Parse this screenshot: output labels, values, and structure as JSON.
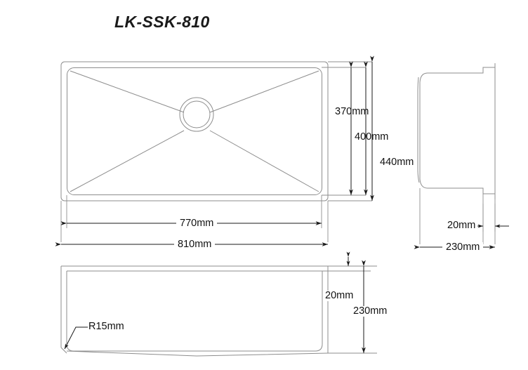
{
  "document": {
    "title": "LK-SSK-810",
    "background_color": "#ffffff",
    "line_color": "#8d8d8d",
    "dimension_color": "#1a1a1a",
    "units": "mm",
    "drawing_type": "kitchen-sink-technical-drawing"
  },
  "views": {
    "top_view": {
      "name": "top-view",
      "outer_label": "810mm",
      "inner_label": "770mm",
      "features": [
        "outer-rim",
        "inner-bowl",
        "drain-hole",
        "slope-lines"
      ]
    },
    "side_view": {
      "name": "side-view",
      "depth_label": "230mm",
      "flange_label": "20mm"
    },
    "front_view": {
      "name": "front-view",
      "height_label": "230mm",
      "rim_label": "20mm",
      "radius_label": "R15mm"
    }
  },
  "dimensions": {
    "width_overall": "810mm",
    "width_bowl": "770mm",
    "depth_overall": "440mm",
    "depth_mid": "400mm",
    "depth_bowl": "370mm",
    "height_overall": "230mm",
    "rim_thickness": "20mm",
    "side_depth": "230mm",
    "side_flange": "20mm",
    "corner_radius": "R15mm"
  },
  "labels": {
    "d370": "370mm",
    "d400": "400mm",
    "d440": "440mm",
    "d770": "770mm",
    "d810": "810mm",
    "side_20": "20mm",
    "side_230": "230mm",
    "front_20": "20mm",
    "front_230": "230mm",
    "radius": "R15mm"
  }
}
